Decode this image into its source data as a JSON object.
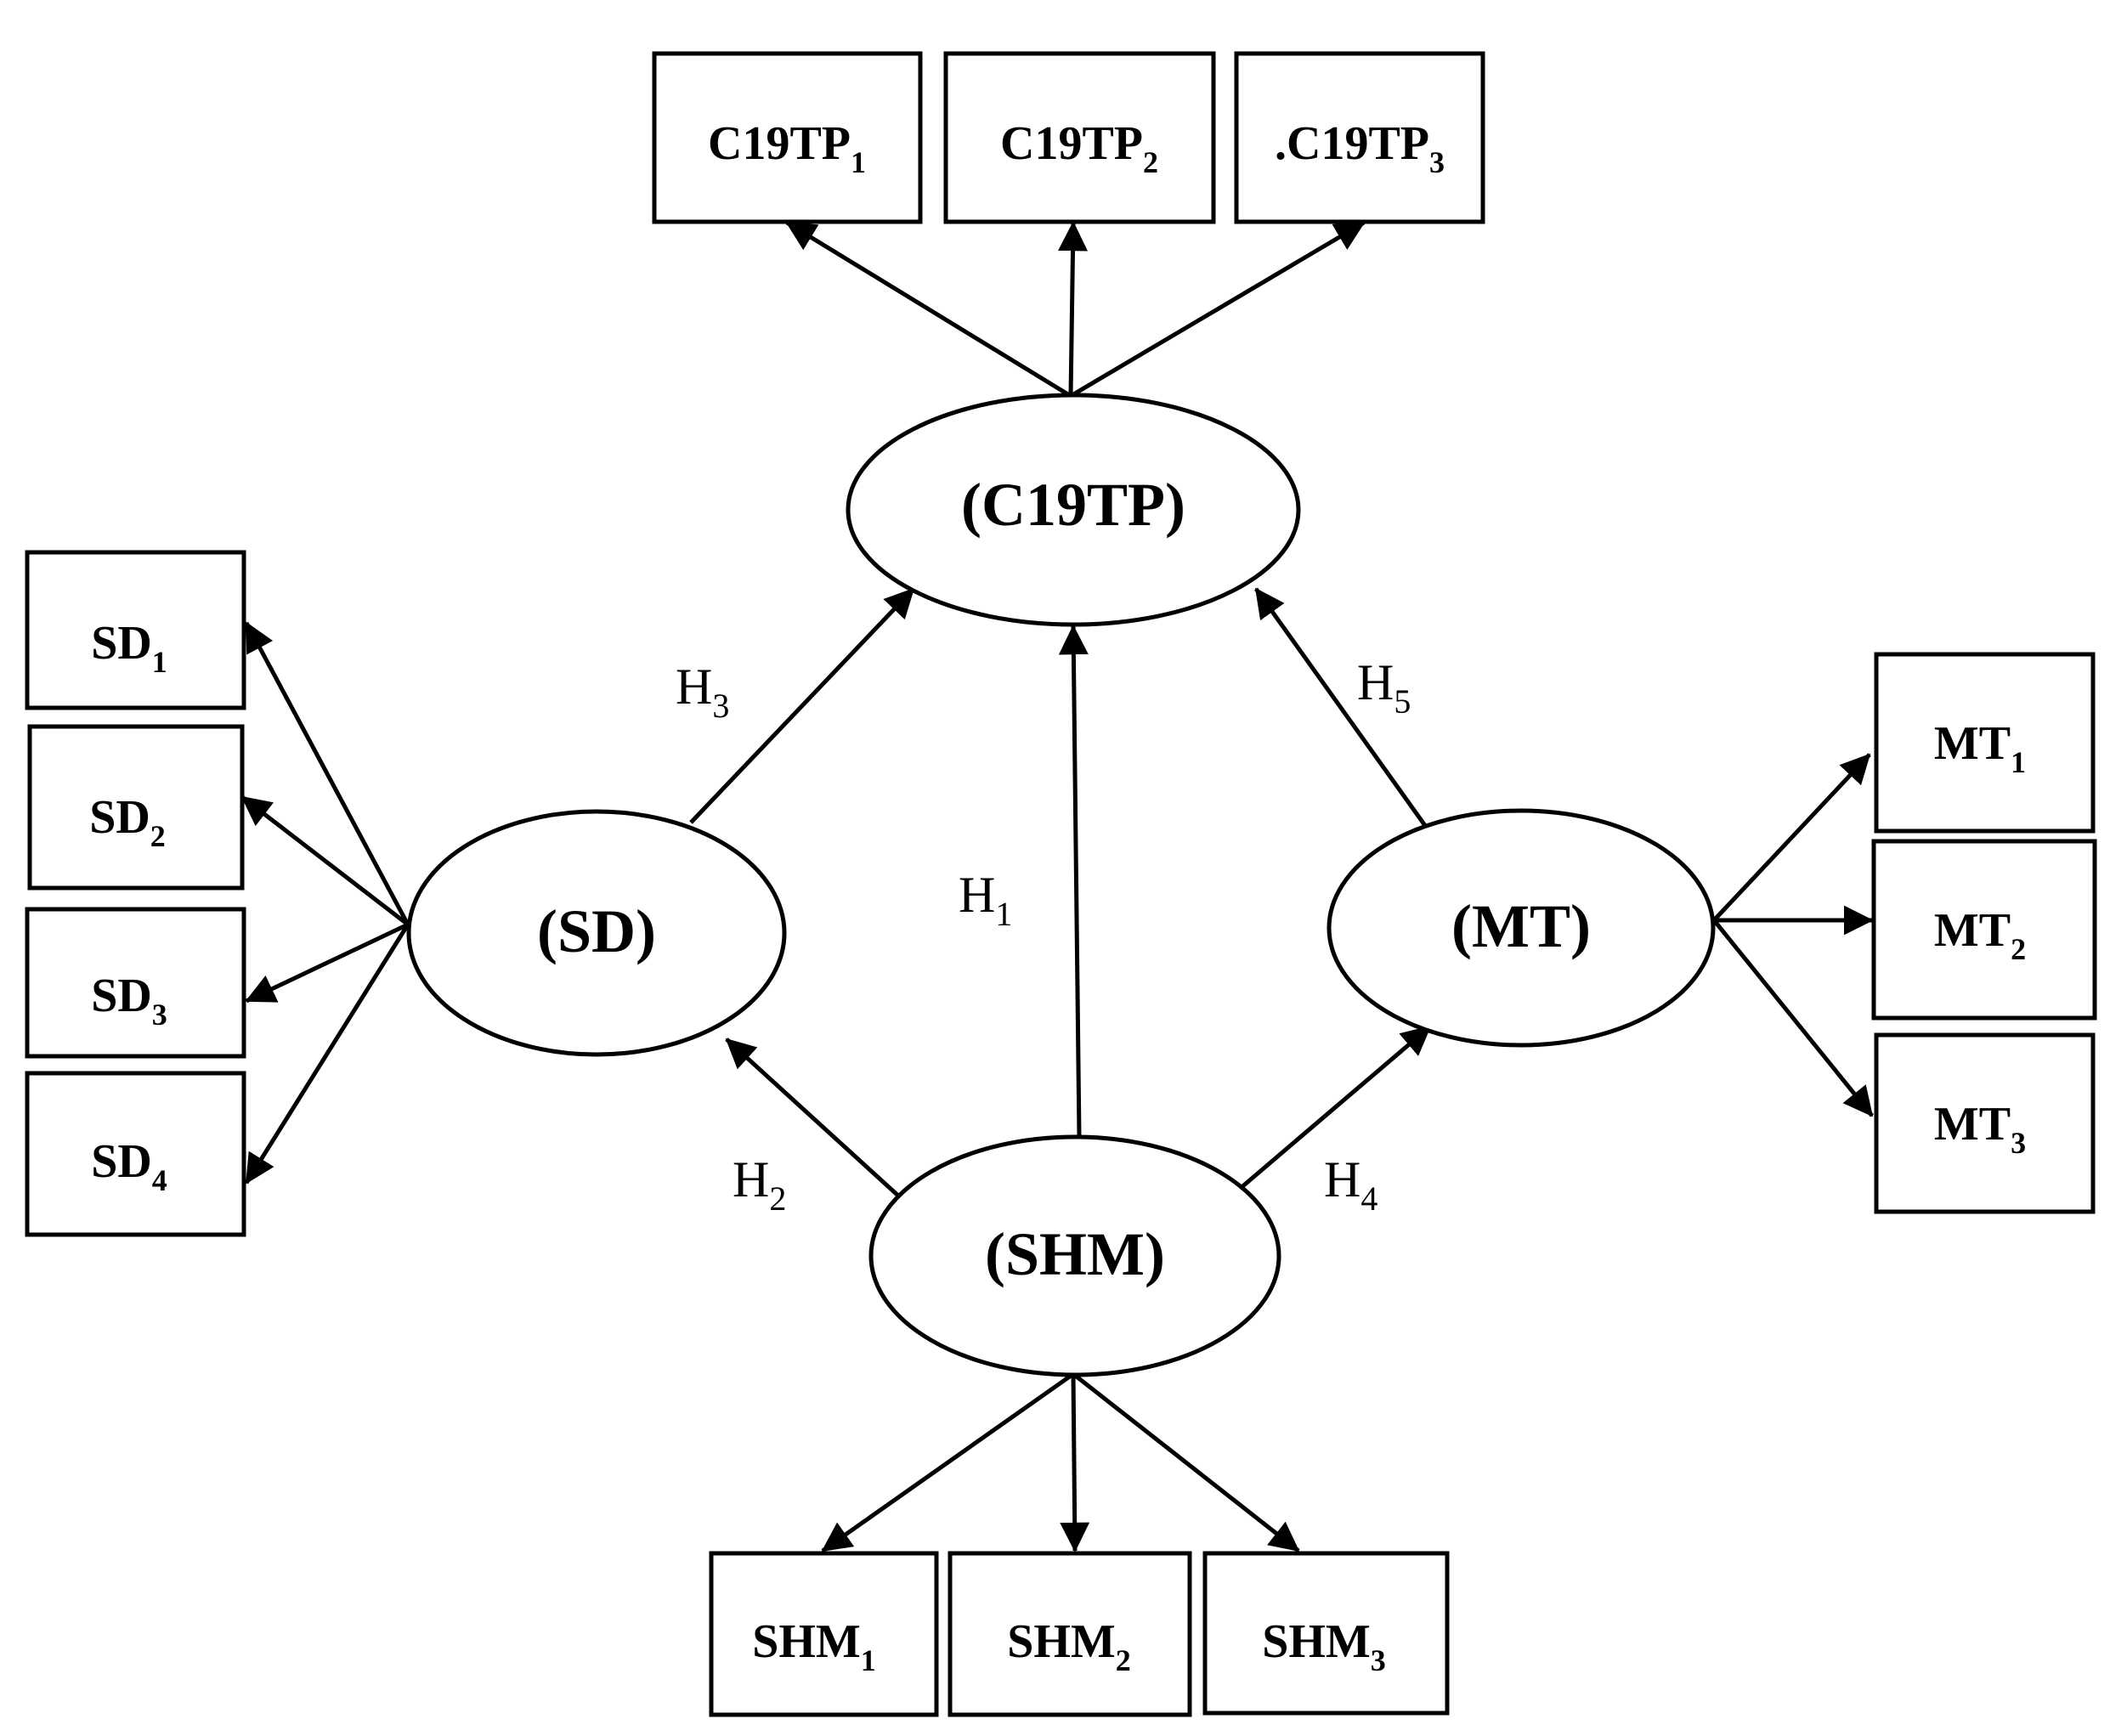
{
  "colors": {
    "stroke": "#000000",
    "background": "#ffffff"
  },
  "latent": {
    "c19tp": {
      "label": "(C19TP)"
    },
    "sd": {
      "label": "(SD)"
    },
    "mt": {
      "label": "(MT)"
    },
    "shm": {
      "label": "(SHM)"
    }
  },
  "indicators": {
    "c19tp_1": {
      "base": "C19TP",
      "sub": "1"
    },
    "c19tp_2": {
      "base": "C19TP",
      "sub": "2"
    },
    "c19tp_3": {
      "base": ".C19TP",
      "sub": "3"
    },
    "sd_1": {
      "base": "SD",
      "sub": "1"
    },
    "sd_2": {
      "base": "SD",
      "sub": "2"
    },
    "sd_3": {
      "base": "SD",
      "sub": "3"
    },
    "sd_4": {
      "base": "SD",
      "sub": "4"
    },
    "mt_1": {
      "base": "MT",
      "sub": "1"
    },
    "mt_2": {
      "base": "MT",
      "sub": "2"
    },
    "mt_3": {
      "base": "MT",
      "sub": "3"
    },
    "shm_1": {
      "base": "SHM",
      "sub": "1"
    },
    "shm_2": {
      "base": "SHM",
      "sub": "2"
    },
    "shm_3": {
      "base": "SHM",
      "sub": "3"
    }
  },
  "hypotheses": {
    "h1": {
      "base": "H",
      "sub": "1"
    },
    "h2": {
      "base": "H",
      "sub": "2"
    },
    "h3": {
      "base": "H",
      "sub": "3"
    },
    "h4": {
      "base": "H",
      "sub": "4"
    },
    "h5": {
      "base": "H",
      "sub": "5"
    }
  }
}
